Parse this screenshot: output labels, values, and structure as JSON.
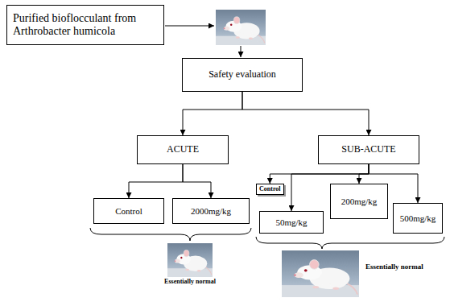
{
  "diagram": {
    "nodes": [
      {
        "text": [
          "Purified bioflocculant from Arthrobacter humicola"
        ]
      },
      {
        "text": [
          "Safety evaluation"
        ]
      },
      {
        "text": [
          "ACUTE"
        ]
      },
      {
        "text": [
          "SUB-ACUTE"
        ]
      },
      {
        "text": [
          "Control"
        ]
      },
      {
        "text": [
          "2000mg/kg"
        ]
      },
      {
        "text": [
          "Control"
        ]
      },
      {
        "text": [
          "50mg/kg"
        ]
      },
      {
        "text": [
          "200mg/kg"
        ]
      },
      {
        "text": [
          "500mg/kg"
        ]
      }
    ],
    "edges": [
      {
        "from": 1,
        "to": 2,
        "arrow": "to"
      },
      {
        "from": 1,
        "to": 3,
        "arrow": "to"
      },
      {
        "from": 2,
        "to": 4,
        "arrow": "to"
      },
      {
        "from": 2,
        "to": 5,
        "arrow": "to"
      },
      {
        "from": 3,
        "to": 6,
        "arrow": "to"
      },
      {
        "from": 3,
        "to": 7,
        "arrow": "to"
      },
      {
        "from": 3,
        "to": 8,
        "arrow": "to"
      },
      {
        "from": 3,
        "to": 9,
        "arrow": "to"
      }
    ],
    "labels": [
      "Essentially normal",
      "Essentially normal"
    ]
  }
}
